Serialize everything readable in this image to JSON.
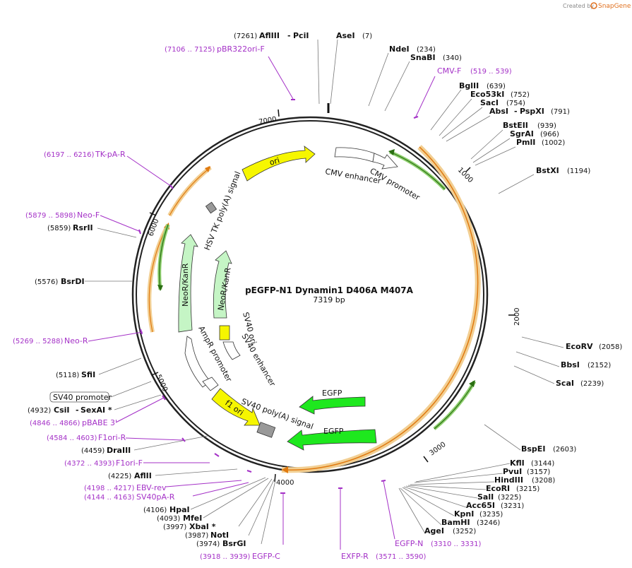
{
  "header": {
    "credit": "Created by",
    "brand": "SnapGene"
  },
  "plasmid": {
    "name": "pEGFP-N1 Dynamin1 D406A M407A",
    "size": "7319 bp"
  },
  "ticks": [
    "1000",
    "2000",
    "3000",
    "4000",
    "5000",
    "6000",
    "7000"
  ],
  "features": [
    {
      "label": "ori"
    },
    {
      "label": "CMV enhancer"
    },
    {
      "label": "CMV promoter"
    },
    {
      "label": "HSV TK poly(A) signal"
    },
    {
      "label": "NeoR/KanR"
    },
    {
      "label": "NeoR/KanR"
    },
    {
      "label": "SV40 ori"
    },
    {
      "label": "SV40 enhancer"
    },
    {
      "label": "AmpR promoter"
    },
    {
      "label": "f1 ori"
    },
    {
      "label": "SV40 poly(A) signal"
    },
    {
      "label": "EGFP"
    },
    {
      "label": "EGFP"
    }
  ],
  "sites": [
    {
      "name": "AflIII",
      "name2": "PciI",
      "pos": "(7261)"
    },
    {
      "name": "AseI",
      "pos": "(7)"
    },
    {
      "name": "NdeI",
      "pos": "(234)"
    },
    {
      "name": "SnaBI",
      "pos": "(340)"
    },
    {
      "name": "BglII",
      "pos": "(639)"
    },
    {
      "name": "Eco53kI",
      "pos": "(752)"
    },
    {
      "name": "SacI",
      "pos": "(754)"
    },
    {
      "name": "AbsI",
      "name2": "PspXI",
      "pos": "(791)"
    },
    {
      "name": "BstEII",
      "pos": "(939)"
    },
    {
      "name": "SgrAI",
      "pos": "(966)"
    },
    {
      "name": "PmlI",
      "pos": "(1002)"
    },
    {
      "name": "BstXI",
      "pos": "(1194)"
    },
    {
      "name": "EcoRV",
      "pos": "(2058)"
    },
    {
      "name": "BbsI",
      "pos": "(2152)"
    },
    {
      "name": "ScaI",
      "pos": "(2239)"
    },
    {
      "name": "BspEI",
      "pos": "(2603)"
    },
    {
      "name": "KflI",
      "pos": "(3144)"
    },
    {
      "name": "PvuI",
      "pos": "(3157)"
    },
    {
      "name": "HindIII",
      "pos": "(3208)"
    },
    {
      "name": "EcoRI",
      "pos": "(3215)"
    },
    {
      "name": "SalI",
      "pos": "(3225)"
    },
    {
      "name": "Acc65I",
      "pos": "(3231)"
    },
    {
      "name": "KpnI",
      "pos": "(3235)"
    },
    {
      "name": "BamHI",
      "pos": "(3246)"
    },
    {
      "name": "AgeI",
      "pos": "(3252)"
    },
    {
      "name": "RsrII",
      "pos": "(5859)"
    },
    {
      "name": "BsrDI",
      "pos": "(5576)"
    },
    {
      "name": "SfiI",
      "pos": "(5118)"
    },
    {
      "name": "CsiI",
      "name2": "SexAI *",
      "pos": "(4932)"
    },
    {
      "name": "DraIII",
      "pos": "(4459)"
    },
    {
      "name": "AflII",
      "pos": "(4225)"
    },
    {
      "name": "HpaI",
      "pos": "(4106)"
    },
    {
      "name": "MfeI",
      "pos": "(4093)"
    },
    {
      "name": "XbaI *",
      "pos": "(3997)"
    },
    {
      "name": "NotI",
      "pos": "(3987)"
    },
    {
      "name": "BsrGI",
      "pos": "(3974)"
    }
  ],
  "primers": [
    {
      "name": "pBR322ori-F",
      "range": "(7106 .. 7125)"
    },
    {
      "name": "CMV-F",
      "range": "(519 .. 539)"
    },
    {
      "name": "TK-pA-R",
      "range": "(6197 .. 6216)"
    },
    {
      "name": "Neo-F",
      "range": "(5879 .. 5898)"
    },
    {
      "name": "Neo-R",
      "range": "(5269 .. 5288)"
    },
    {
      "name": "pBABE 3'",
      "range": "(4846 .. 4866)"
    },
    {
      "name": "F1ori-R",
      "range": "(4584 .. 4603)"
    },
    {
      "name": "F1ori-F",
      "range": "(4372 .. 4393)"
    },
    {
      "name": "EBV-rev",
      "range": "(4198 .. 4217)"
    },
    {
      "name": "SV40pA-R",
      "range": "(4144 .. 4163)"
    },
    {
      "name": "EGFP-C",
      "range": "(3918 .. 3939)"
    },
    {
      "name": "EXFP-R",
      "range": "(3571 .. 3590)"
    },
    {
      "name": "EGFP-N",
      "range": "(3310 .. 3331)"
    }
  ],
  "boxed_label": "SV40 promoter",
  "colors": {
    "primer": "#a431c7",
    "ori": "#f6f600",
    "egfp": "#1ee81e",
    "neo": "#c5f5c5",
    "orf_highlight": "#f2cf93",
    "orf_line": "#e07a10",
    "promoter": "#ffffff",
    "terminator": "#999999",
    "backbone": "#222222"
  }
}
